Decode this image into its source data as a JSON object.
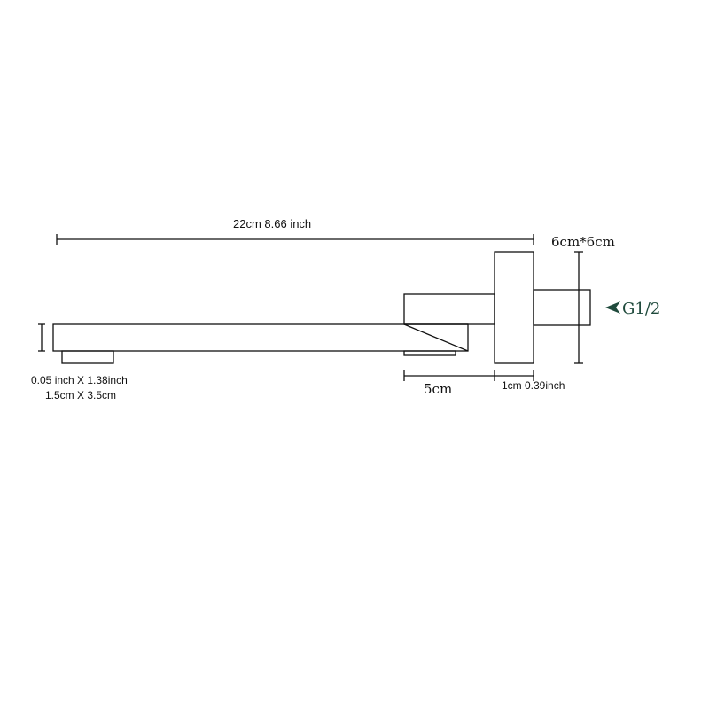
{
  "labels": {
    "overall_length": "22cm  8.66 inch",
    "flange_size": "6cm*6cm",
    "thread": "G1/2",
    "base_length": "5cm",
    "flange_thickness": "1cm 0.39inch",
    "outlet_imperial": "0.05 inch X 1.38inch",
    "outlet_metric": "1.5cm X 3.5cm"
  },
  "colors": {
    "line": "#111111",
    "thread_label": "#1f4a3c",
    "arrow": "#1f4a3c"
  },
  "icons": {
    "thread_pointer": "arrowhead-left-icon"
  }
}
